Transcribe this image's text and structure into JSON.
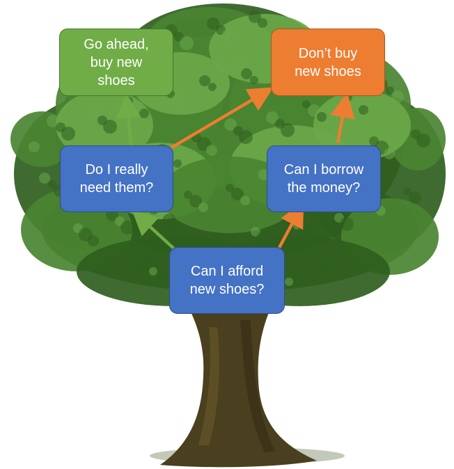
{
  "colors": {
    "decision": "#4472c4",
    "buy": "#70ad47",
    "dont_buy": "#ed7d31",
    "foliage_dark": "#2f5e1e",
    "foliage": "#4a8431",
    "foliage_light": "#6aa84a",
    "trunk": "#4a3f1e"
  },
  "nodes": {
    "afford": "Can I afford\nnew shoes?",
    "need": "Do I really\nneed them?",
    "borrow": "Can I borrow\nthe money?",
    "buy": "Go ahead,\nbuy new\nshoes",
    "dont_buy": "Don’t buy\nnew shoes"
  },
  "edges": [
    {
      "from": "afford",
      "to": "need",
      "color": "buy"
    },
    {
      "from": "afford",
      "to": "borrow",
      "color": "dont_buy"
    },
    {
      "from": "need",
      "to": "buy",
      "color": "buy"
    },
    {
      "from": "need",
      "to": "dont_buy",
      "color": "dont_buy"
    },
    {
      "from": "borrow",
      "to": "dont_buy",
      "color": "dont_buy"
    }
  ]
}
